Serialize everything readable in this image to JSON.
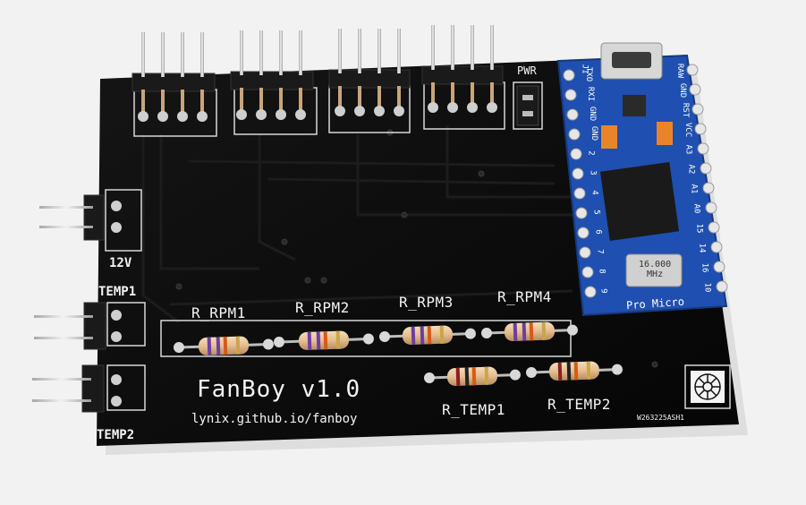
{
  "board": {
    "title": "FanBoy v1.0",
    "url": "lynix.github.io/fanboy",
    "serial": "W263225ASH1",
    "power_label": "PWR",
    "labels": {
      "rpm": [
        "R_RPM1",
        "R_RPM2",
        "R_RPM3",
        "R_RPM4"
      ],
      "temp": [
        "R_TEMP1",
        "R_TEMP2"
      ],
      "side": [
        "12V",
        "TEMP1",
        "TEMP2"
      ]
    }
  },
  "pro_micro": {
    "label": "Pro Micro",
    "crystal": "16.000\nMHz",
    "pins_left": [
      "TXO",
      "RXI",
      "GND",
      "GND",
      "2",
      "3",
      "4",
      "5",
      "6",
      "7",
      "8",
      "9"
    ],
    "pins_right": [
      "RAW",
      "GND",
      "RST",
      "VCC",
      "A3",
      "A2",
      "A1",
      "A0",
      "15",
      "14",
      "16",
      "10"
    ],
    "j1": "J1"
  },
  "colors": {
    "pcb": "#0b0b0b",
    "silkscreen": "#f4f4f4",
    "pro_micro": "#1f4fb0",
    "header": "#1a1a1a",
    "pin": "#d8d8d8",
    "resistor_body": "#e9c49a"
  }
}
